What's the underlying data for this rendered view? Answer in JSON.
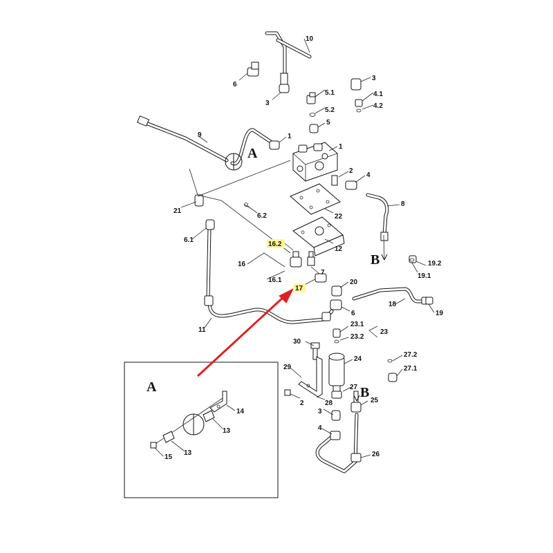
{
  "diagram": {
    "callouts": {
      "c10": "10",
      "c3a": "3",
      "c6a": "6",
      "c3b": "3",
      "c51": "5.1",
      "c52": "5.2",
      "c41": "4.1",
      "c42": "4.2",
      "c5": "5",
      "c9": "9",
      "c1a": "1",
      "c1b": "1",
      "c2a": "2",
      "c4a": "4",
      "c8": "8",
      "c21": "21",
      "c62": "6.2",
      "c22": "22",
      "c12": "12",
      "c61": "6.1",
      "c162": "16.2",
      "c16": "16",
      "c161": "16.1",
      "c7": "7",
      "c17": "17",
      "c20": "20",
      "c191": "19.1",
      "c192": "19.2",
      "c18": "18",
      "c19": "19",
      "c6b": "6",
      "c11": "11",
      "c231": "23.1",
      "c23": "23",
      "c232": "23.2",
      "c30": "30",
      "c24": "24",
      "c272": "27.2",
      "c271": "27.1",
      "c29": "29",
      "c27": "27",
      "c25": "25",
      "c28": "28",
      "c2b": "2",
      "c3c": "3",
      "c4b": "4",
      "c26": "26",
      "c14": "14",
      "c13a": "13",
      "c13b": "13",
      "c15": "15"
    },
    "view_markers": {
      "a_main": "A",
      "b_main": "B",
      "b_lower": "B",
      "a_detail": "A"
    },
    "highlight_color": "#fff59a",
    "arrow_color": "#e02020"
  }
}
